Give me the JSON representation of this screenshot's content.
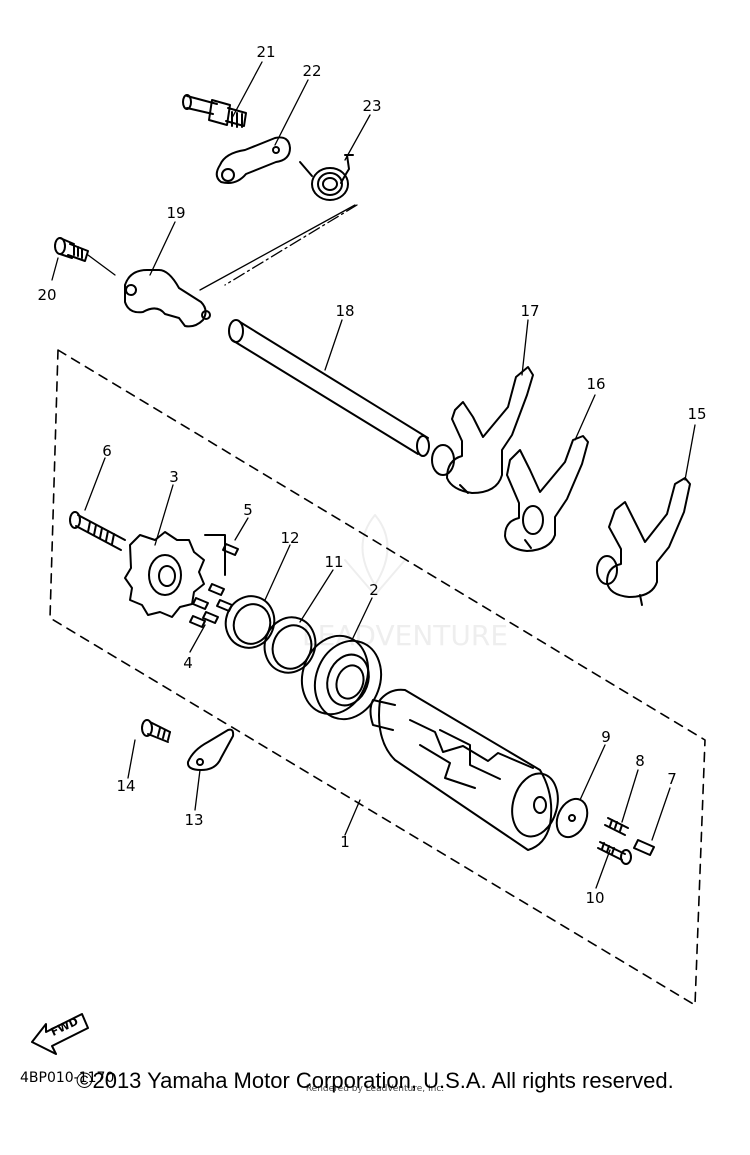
{
  "callouts": [
    "21",
    "22",
    "23",
    "19",
    "20",
    "18",
    "17",
    "16",
    "15",
    "6",
    "3",
    "5",
    "12",
    "11",
    "2",
    "4",
    "14",
    "13",
    "1",
    "9",
    "8",
    "7",
    "10"
  ],
  "fwd_label": "FWD",
  "ref_code": "4BP010-1170",
  "copyright": "©2013 Yamaha Motor Corporation, U.S.A. All rights reserved.",
  "rendered_by": "Rendered by LeadVenture, Inc.",
  "watermark": "LEADVENTURE"
}
